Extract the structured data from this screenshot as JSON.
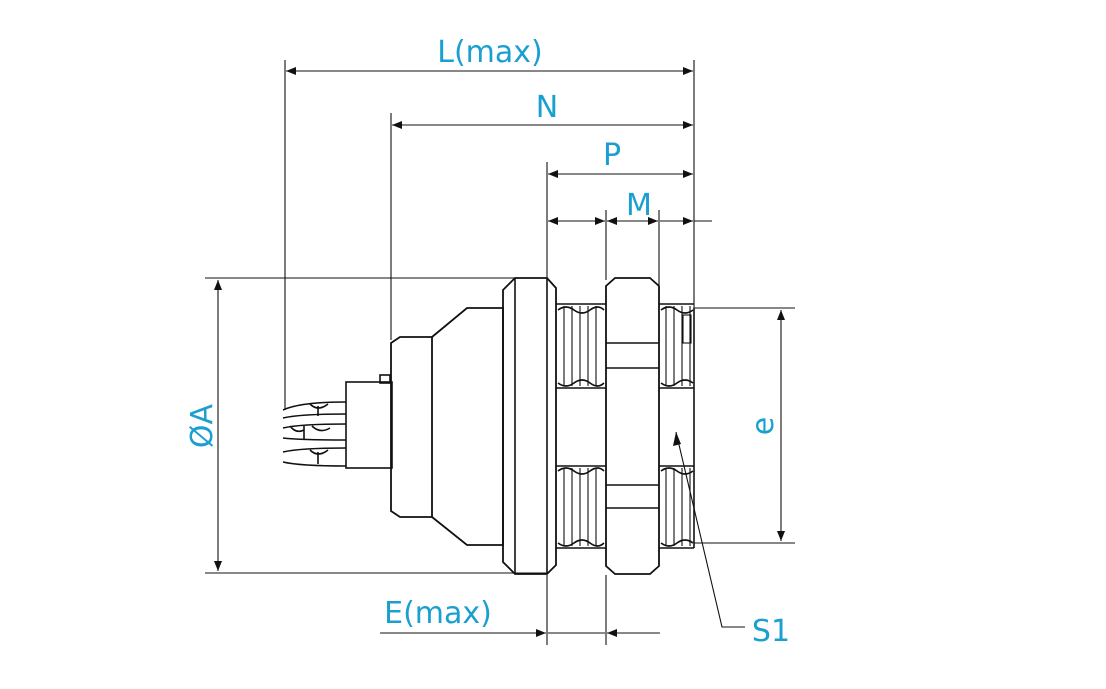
{
  "labels": {
    "L": "L(max)",
    "N": "N",
    "P": "P",
    "M": "M",
    "A": "ØA",
    "e": "e",
    "E": "E(max)",
    "S1": "S1"
  },
  "colors": {
    "label": "#1a9fd0",
    "line": "#111111"
  }
}
